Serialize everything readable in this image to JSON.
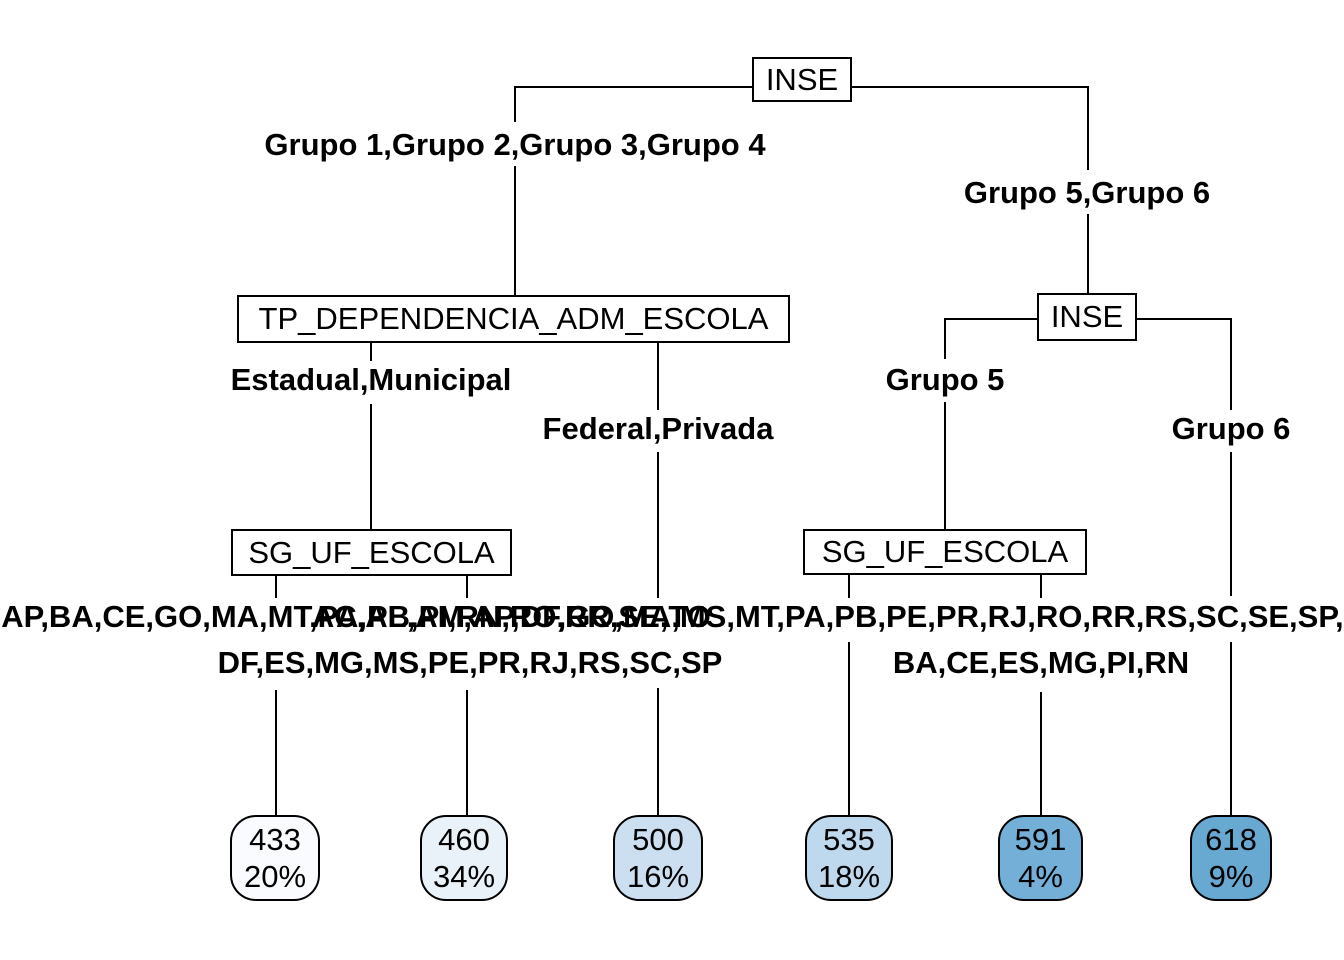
{
  "tree": {
    "nodes": {
      "root": {
        "label": "INSE"
      },
      "dep": {
        "label": "TP_DEPENDENCIA_ADM_ESCOLA"
      },
      "inse2": {
        "label": "INSE"
      },
      "sg1": {
        "label": "SG_UF_ESCOLA"
      },
      "sg2": {
        "label": "SG_UF_ESCOLA"
      }
    },
    "edges": {
      "root_left": "Grupo 1,Grupo 2,Grupo 3,Grupo 4",
      "root_right": "Grupo 5,Grupo 6",
      "dep_left": "Estadual,Municipal",
      "dep_right": "Federal,Privada",
      "inse2_left": "Grupo 5",
      "inse2_right": "Grupo 6",
      "sg1_left": "AC,AL,AM,AP,BA,CE,GO,MA,MT,PA,PB,PI,RN,RO,RR,SE,TO",
      "sg1_right": "DF,ES,MG,MS,PE,PR,RJ,RS,SC,SP",
      "sg2_left": "AC,AL,AM,AP,DF,GO,MA,MS,MT,PA,PB,PE,PR,RJ,RO,RR,RS,SC,SE,SP,TO",
      "sg2_right": "BA,CE,ES,MG,PI,RN"
    },
    "leaves": [
      {
        "value": "433",
        "pct": "20%",
        "fill": "#f9fbfe"
      },
      {
        "value": "460",
        "pct": "34%",
        "fill": "#e9f1f9"
      },
      {
        "value": "500",
        "pct": "16%",
        "fill": "#cbdff1"
      },
      {
        "value": "535",
        "pct": "18%",
        "fill": "#bed8ed"
      },
      {
        "value": "591",
        "pct": "4%",
        "fill": "#73afd7"
      },
      {
        "value": "618",
        "pct": "9%",
        "fill": "#68a9d2"
      }
    ],
    "colors": {
      "line": "#000000",
      "node_border": "#000000",
      "leaf_low": "#f9fbfe",
      "leaf_high": "#68a9d2"
    }
  }
}
